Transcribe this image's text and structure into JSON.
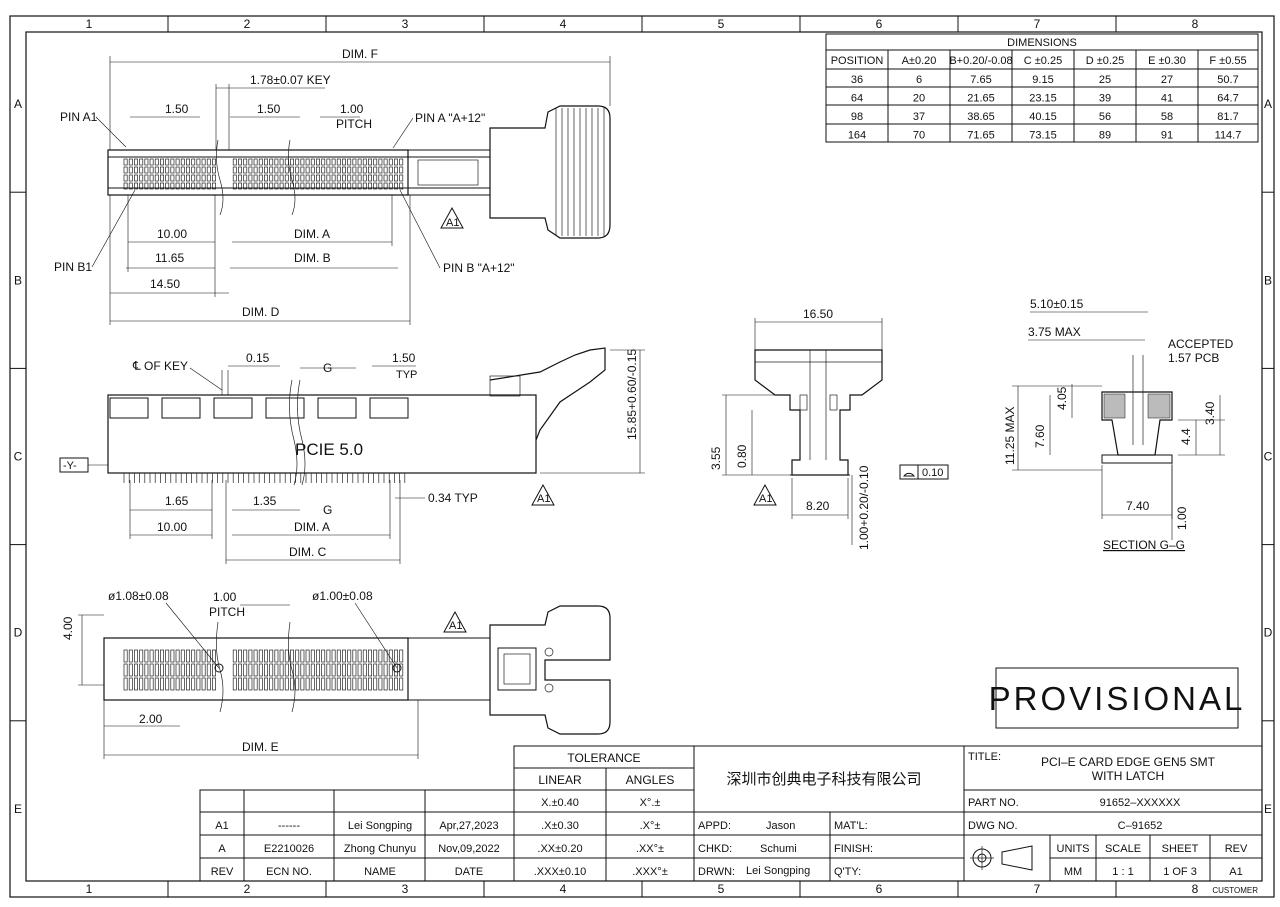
{
  "border": {
    "columns": [
      "1",
      "2",
      "3",
      "4",
      "5",
      "6",
      "7",
      "8"
    ],
    "rows": [
      "A",
      "B",
      "C",
      "D",
      "E"
    ]
  },
  "dimensions_table": {
    "title": "DIMENSIONS",
    "headers": [
      "POSITION",
      "A±0.20",
      "B+0.20/-0.08",
      "C ±0.25",
      "D ±0.25",
      "E ±0.30",
      "F ±0.55"
    ],
    "rows": [
      [
        "36",
        "6",
        "7.65",
        "9.15",
        "25",
        "27",
        "50.7"
      ],
      [
        "64",
        "20",
        "21.65",
        "23.15",
        "39",
        "41",
        "64.7"
      ],
      [
        "98",
        "37",
        "38.65",
        "40.15",
        "56",
        "58",
        "81.7"
      ],
      [
        "164",
        "70",
        "71.65",
        "73.15",
        "89",
        "91",
        "114.7"
      ]
    ]
  },
  "top_view": {
    "dim_f": "DIM. F",
    "key": "1.78±0.07 KEY",
    "d150a": "1.50",
    "d150b": "1.50",
    "pitch_val": "1.00",
    "pitch": "PITCH",
    "pin_a1": "PIN A1",
    "pin_a12": "PIN A \"A+12\"",
    "pin_b1": "PIN B1",
    "pin_b12": "PIN B \"A+12\"",
    "d1000": "10.00",
    "dim_a": "DIM. A",
    "d1165": "11.65",
    "dim_b": "DIM. B",
    "d1450": "14.50",
    "dim_d": "DIM. D",
    "rev_tag": "A1"
  },
  "front_view": {
    "cl_key": "℄ OF KEY",
    "d015": "0.15",
    "g": "G",
    "d150": "1.50",
    "typ": "TYP",
    "height": "15.85+0.60/-0.15",
    "label": "PCIE 5.0",
    "datum": "-Y-",
    "d165": "1.65",
    "d135": "1.35",
    "g2": "G",
    "d034": "0.34 TYP",
    "d1000": "10.00",
    "dim_a": "DIM. A",
    "dim_c": "DIM. C",
    "rev_tag": "A1"
  },
  "side_view": {
    "width": "16.50",
    "d355": "3.55",
    "d080": "0.80",
    "d820": "8.20",
    "d100": "1.00+0.20/-0.10",
    "flat": "0.10",
    "rev_tag": "A1"
  },
  "section_view": {
    "d510": "5.10±0.15",
    "d375": "3.75 MAX",
    "accepted": "ACCEPTED",
    "pcb": "1.57 PCB",
    "d1125": "11.25 MAX",
    "d760": "7.60",
    "d405": "4.05",
    "d44": "4.4",
    "d340": "3.40",
    "d740": "7.40",
    "d100": "1.00",
    "title": "SECTION G–G"
  },
  "bottom_view": {
    "hole1": "ø1.08±0.08",
    "pitch_val": "1.00",
    "pitch": "PITCH",
    "hole2": "ø1.00±0.08",
    "d400": "4.00",
    "d200": "2.00",
    "dim_e": "DIM. E",
    "rev_tag": "A1"
  },
  "provisional": "PROVISIONAL",
  "tolerance": {
    "title": "TOLERANCE",
    "linear": "LINEAR",
    "angles": "ANGLES",
    "rows": [
      [
        "X.±0.40",
        "X°.±"
      ],
      [
        ".X±0.30",
        ".X°±"
      ],
      [
        ".XX±0.20",
        ".XX°±"
      ],
      [
        ".XXX±0.10",
        ".XXX°±"
      ]
    ]
  },
  "company": "深圳市创典电子科技有限公司",
  "approvals": {
    "appd_l": "APPD:",
    "appd": "Jason",
    "chkd_l": "CHKD:",
    "chkd": "Schumi",
    "drwn_l": "DRWN:",
    "drwn": "Lei Songping",
    "matl": "MAT'L:",
    "finish": "FINISH:",
    "qty": "Q'TY:"
  },
  "revisions": {
    "rows": [
      [
        "A1",
        "------",
        "Lei Songping",
        "Apr,27,2023"
      ],
      [
        "A",
        "E2210026",
        "Zhong Chunyu",
        "Nov,09,2022"
      ]
    ],
    "headers": [
      "REV",
      "ECN NO.",
      "NAME",
      "DATE"
    ]
  },
  "title_block": {
    "title_l": "TITLE:",
    "title1": "PCI–E CARD EDGE GEN5 SMT",
    "title2": "WITH LATCH",
    "part_l": "PART NO.",
    "part": "91652–XXXXXX",
    "dwg_l": "DWG NO.",
    "dwg": "C–91652",
    "units_l": "UNITS",
    "units": "MM",
    "scale_l": "SCALE",
    "scale": "1 : 1",
    "sheet_l": "SHEET",
    "sheet": "1 OF 3",
    "rev_l": "REV",
    "rev": "A1",
    "customer": "CUSTOMER"
  }
}
